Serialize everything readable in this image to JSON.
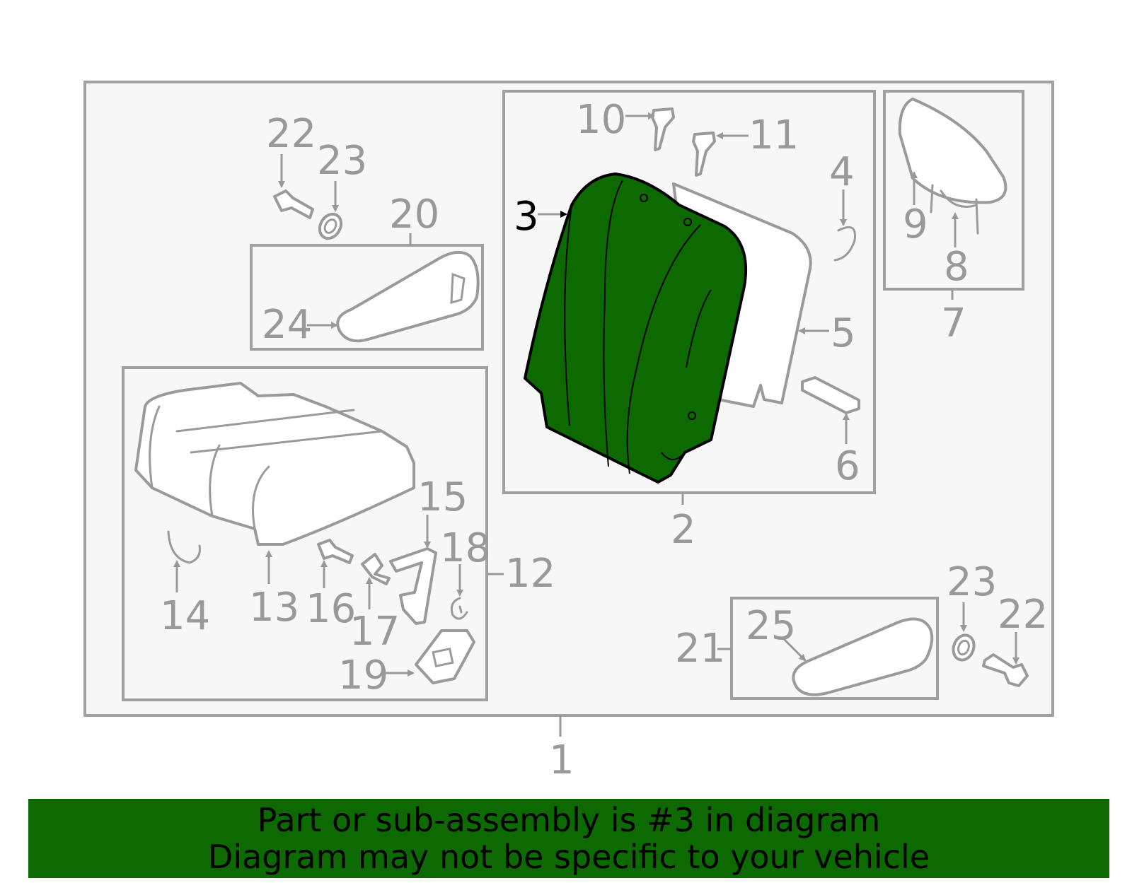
{
  "callouts": {
    "c1": "1",
    "c2": "2",
    "c3": "3",
    "c4": "4",
    "c5": "5",
    "c6": "6",
    "c7": "7",
    "c8": "8",
    "c9": "9",
    "c10": "10",
    "c11": "11",
    "c12": "12",
    "c13": "13",
    "c14": "14",
    "c15": "15",
    "c16": "16",
    "c17": "17",
    "c18": "18",
    "c19": "19",
    "c20": "20",
    "c21": "21",
    "c22a": "22",
    "c22b": "22",
    "c23a": "23",
    "c23b": "23",
    "c24": "24",
    "c25": "25"
  },
  "highlighted_part": "3",
  "banner": {
    "line1": "Part or sub-assembly is #3 in diagram",
    "line2": "Diagram may not be specific to your vehicle"
  },
  "colors": {
    "highlight_fill": "#0d6a00",
    "outline": "#9a9a9a",
    "background": "#f7f7f7"
  }
}
